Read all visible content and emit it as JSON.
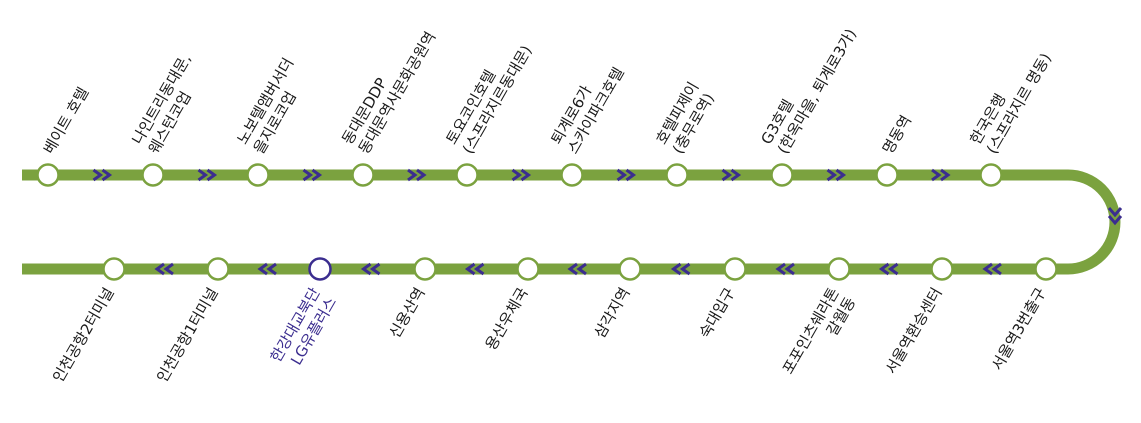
{
  "colors": {
    "line": "#7ba23f",
    "arrow": "#3b2d8f",
    "stop_fill": "#ffffff",
    "current_stop": "#3b2d8f",
    "label": "#1a1a1a"
  },
  "route": {
    "top_row": [
      {
        "lines": [
          "베이트 호텔"
        ]
      },
      {
        "lines": [
          "나인트리동대문,",
          "웨스턴코업"
        ]
      },
      {
        "lines": [
          "노보텔앰버서더",
          "을지로코업"
        ]
      },
      {
        "lines": [
          "동대문DDP",
          "동대문역사문화공원역"
        ]
      },
      {
        "lines": [
          "토요코인호텔",
          "(스프라지르동대문)"
        ]
      },
      {
        "lines": [
          "퇴계로6가",
          "스카이파크호텔"
        ]
      },
      {
        "lines": [
          "호텔피제이",
          "(충무로역)"
        ]
      },
      {
        "lines": [
          "G3호텔",
          "(한옥마을, 퇴계로3가)"
        ]
      },
      {
        "lines": [
          "명동역"
        ]
      },
      {
        "lines": [
          "한국은행",
          "(스프라지르 명동)"
        ]
      }
    ],
    "bottom_row": [
      {
        "lines": [
          "인천공항2터미널"
        ]
      },
      {
        "lines": [
          "인천공항1터미널"
        ]
      },
      {
        "lines": [
          "한강대교북단",
          "LG유플러스"
        ],
        "current": true
      },
      {
        "lines": [
          "신용산역"
        ]
      },
      {
        "lines": [
          "용산우체국"
        ]
      },
      {
        "lines": [
          "삼각지역"
        ]
      },
      {
        "lines": [
          "숙대입구"
        ]
      },
      {
        "lines": [
          "포포인츠쉐라톤",
          "갈월동"
        ]
      },
      {
        "lines": [
          "서울역환승센터"
        ]
      },
      {
        "lines": [
          "서울역3번출구"
        ]
      }
    ]
  }
}
